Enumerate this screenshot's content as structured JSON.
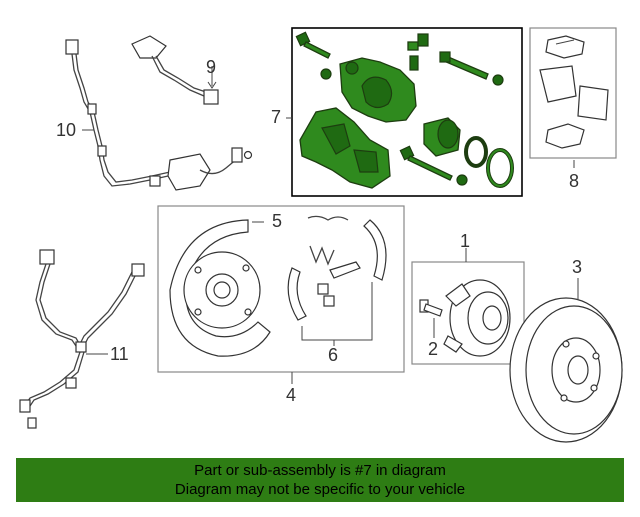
{
  "diagram": {
    "callouts": [
      {
        "id": "1",
        "label": "1"
      },
      {
        "id": "2",
        "label": "2"
      },
      {
        "id": "3",
        "label": "3"
      },
      {
        "id": "4",
        "label": "4"
      },
      {
        "id": "5",
        "label": "5"
      },
      {
        "id": "6",
        "label": "6"
      },
      {
        "id": "7",
        "label": "7"
      },
      {
        "id": "8",
        "label": "8"
      },
      {
        "id": "9",
        "label": "9"
      },
      {
        "id": "10",
        "label": "10"
      },
      {
        "id": "11",
        "label": "11"
      }
    ],
    "highlight_color": "#2f8a1e"
  },
  "banner": {
    "line1": "Part or sub-assembly is #7 in diagram",
    "line2": "Diagram may not be specific to your vehicle",
    "background": "#2e7d14"
  }
}
